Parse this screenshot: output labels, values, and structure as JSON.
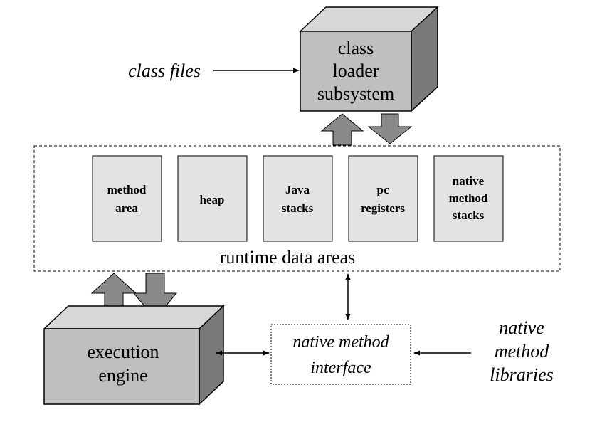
{
  "diagram": {
    "class_loader": {
      "lines": [
        "class",
        "loader",
        "subsystem"
      ]
    },
    "class_files_label": "class files",
    "runtime_area": {
      "label": "runtime data areas",
      "boxes": [
        {
          "lines": [
            "method",
            "area"
          ]
        },
        {
          "lines": [
            "heap"
          ]
        },
        {
          "lines": [
            "Java",
            "stacks"
          ]
        },
        {
          "lines": [
            "pc",
            "registers"
          ]
        },
        {
          "lines": [
            "native",
            "method",
            "stacks"
          ]
        }
      ]
    },
    "execution_engine": {
      "lines": [
        "execution",
        "engine"
      ]
    },
    "native_interface": {
      "lines": [
        "native method",
        "interface"
      ]
    },
    "native_libraries": {
      "lines": [
        "native",
        "method",
        "libraries"
      ]
    }
  }
}
